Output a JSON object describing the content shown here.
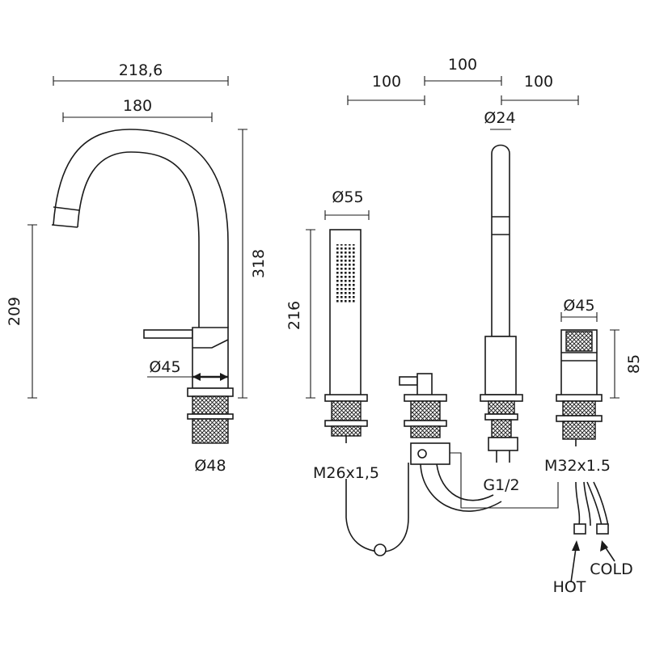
{
  "dimensions": {
    "spout_reach_total": "218,6",
    "spout_reach": "180",
    "spout_height": "318",
    "spout_outlet_height": "209",
    "spout_body_diameter": "Ø45",
    "spout_base_diameter": "Ø48",
    "spacing_1": "100",
    "spacing_2": "100",
    "spacing_3": "100",
    "handshower_diameter": "Ø55",
    "handshower_length": "216",
    "hose_diameter": "Ø24",
    "mixer_diameter": "Ø45",
    "mixer_height": "85"
  },
  "connections": {
    "handshower_thread": "M26x1,5",
    "diverter_thread": "G1/2",
    "mixer_thread": "M32x1.5",
    "hot_label": "HOT",
    "cold_label": "COLD"
  },
  "colors": {
    "line": "#1a1a1a",
    "background": "#ffffff"
  }
}
